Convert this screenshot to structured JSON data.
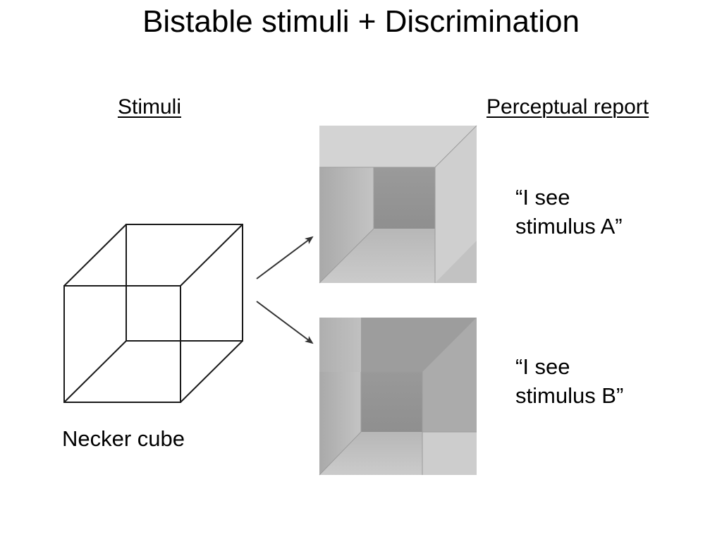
{
  "title": "Bistable stimuli + Discrimination",
  "headings": {
    "stimuli": "Stimuli",
    "perceptual_report": "Perceptual report"
  },
  "stimulus": {
    "caption": "Necker cube"
  },
  "reports": {
    "a": {
      "line1": "“I see",
      "line2": "stimulus A”"
    },
    "b": {
      "line1": "“I see",
      "line2": "stimulus B”"
    }
  },
  "colors": {
    "text": "#000000",
    "cube_line": "#1a1a1a",
    "arrow": "#333333",
    "shaded_cube_light": "#d4d4d4",
    "shaded_cube_mid": "#bdbdbd",
    "shaded_cube_dark": "#9a9a9a"
  }
}
